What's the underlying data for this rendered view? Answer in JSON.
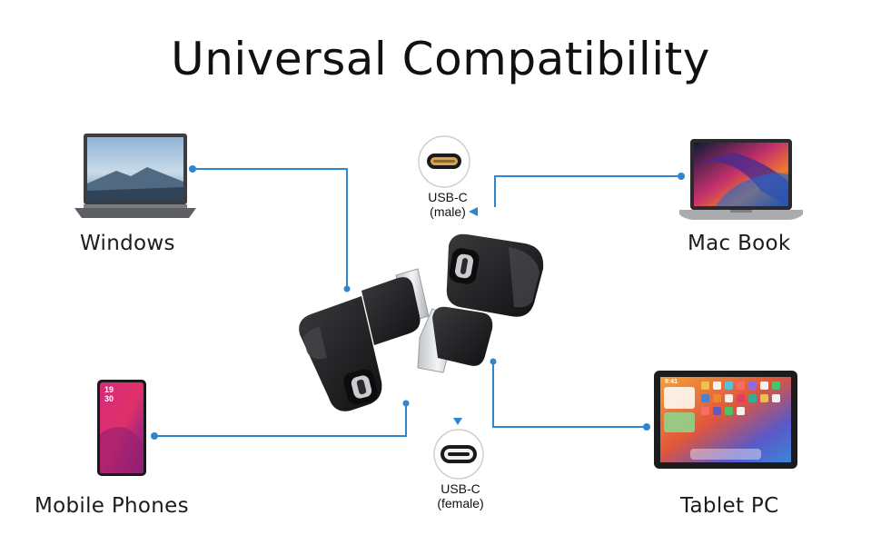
{
  "title": "Universal Compatibility",
  "devices": {
    "windows": "Windows",
    "macbook": "Mac Book",
    "mobile": "Mobile Phones",
    "tablet": "Tablet PC"
  },
  "ports": {
    "male_line1": "USB-C",
    "male_line2": "(male)",
    "female_line1": "USB-C",
    "female_line2": "(female)"
  },
  "phone_screen": {
    "time_hour": "19",
    "time_min": "30"
  },
  "tablet_screen": {
    "time": "9:41"
  },
  "colors": {
    "line": "#2f86cf",
    "adapter": "#1d1d1f",
    "connector_metal": "#d9d9d9"
  },
  "icons": [
    "laptop-icon",
    "macbook-icon",
    "smartphone-icon",
    "tablet-icon",
    "usb-c-port-icon",
    "usb-c-adapter-icon",
    "triangle-pointer-icon"
  ]
}
